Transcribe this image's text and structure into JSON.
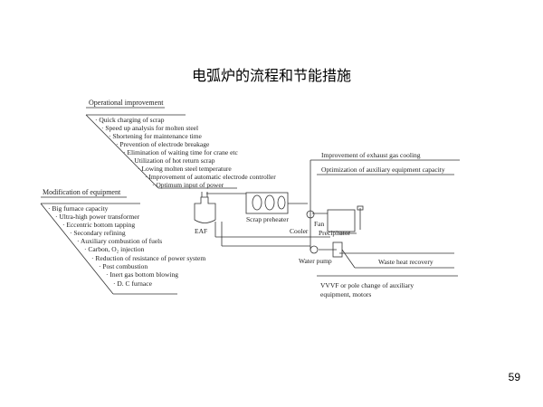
{
  "page": {
    "title": "电弧炉的流程和节能措施",
    "page_number": "59"
  },
  "diagram": {
    "operational": {
      "heading": "Operational improvement",
      "items": [
        "· Quick charging of scrap",
        "· Speed up analysis for molten steel",
        "· Shortening for maintenance time",
        "· Prevention of electrode breakage",
        "· Elimination of waiting time for crane etc",
        "· Utilization of hot return scrap",
        "· Lowing molten steel temperature",
        "· Improvement of automatic electrode controller",
        "· Optimum input of power"
      ]
    },
    "equipment": {
      "heading": "Modification of equipment",
      "items": [
        "· Big furnace capacity",
        "· Ultra-high power transformer",
        "· Eccentric bottom tapping",
        "· Secondary refining",
        "· Auxiliary combustion of fuels",
        "· Carbon, O₂ injection",
        "· Reduction of resistance of power system",
        "· Post combustion",
        "· Inert gas bottom blowing",
        "· D. C furnace"
      ]
    },
    "right": {
      "exhaust": "Improvement of exhaust gas cooling",
      "auxiliary": "Optimization of auxiliary equipment capacity",
      "waste_heat": "Waste heat recovery",
      "vvvf_line1": "VVVF or pole change of auxiliary",
      "vvvf_line2": "equipment, motors"
    },
    "process": {
      "eaf": "EAF",
      "scrap_preheater": "Scrap preheater",
      "cooler": "Cooler",
      "fan": "Fan",
      "precipitator": "Precipitator",
      "water_pump": "Water pump"
    }
  }
}
